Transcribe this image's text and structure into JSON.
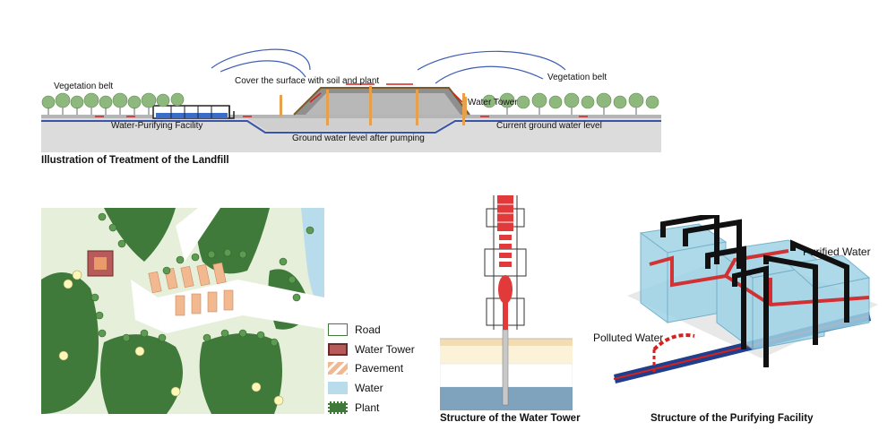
{
  "landfill": {
    "caption": "Illustration of Treatment of the Landfill",
    "labels": {
      "vegetation_left": "Vegetation belt",
      "cover_surface": "Cover the surface with soil and plant",
      "vegetation_right": "Vegetation belt",
      "water_tower": "Water Tower",
      "purifying_facility": "Water-Purifying Facility",
      "groundwater_after": "Ground water level after pumping",
      "groundwater_current": "Current ground water level"
    }
  },
  "plan": {
    "legend": [
      {
        "label": "Road",
        "icon": "road-swatch"
      },
      {
        "label": "Water Tower",
        "icon": "water-tower-swatch"
      },
      {
        "label": "Pavement",
        "icon": "pavement-swatch"
      },
      {
        "label": "Water",
        "icon": "water-swatch"
      },
      {
        "label": "Plant",
        "icon": "plant-swatch"
      }
    ]
  },
  "tower": {
    "caption": "Structure of  the Water Tower"
  },
  "facility": {
    "caption": "Structure of the Purifying Facility",
    "labels": {
      "purified": "Purified Water",
      "polluted": "Polluted Water"
    }
  },
  "colors": {
    "water": "#b9dcec",
    "plant": "#3f7a3a",
    "pipe_red": "#d62020",
    "pipe_blue": "#1f3f8c"
  }
}
